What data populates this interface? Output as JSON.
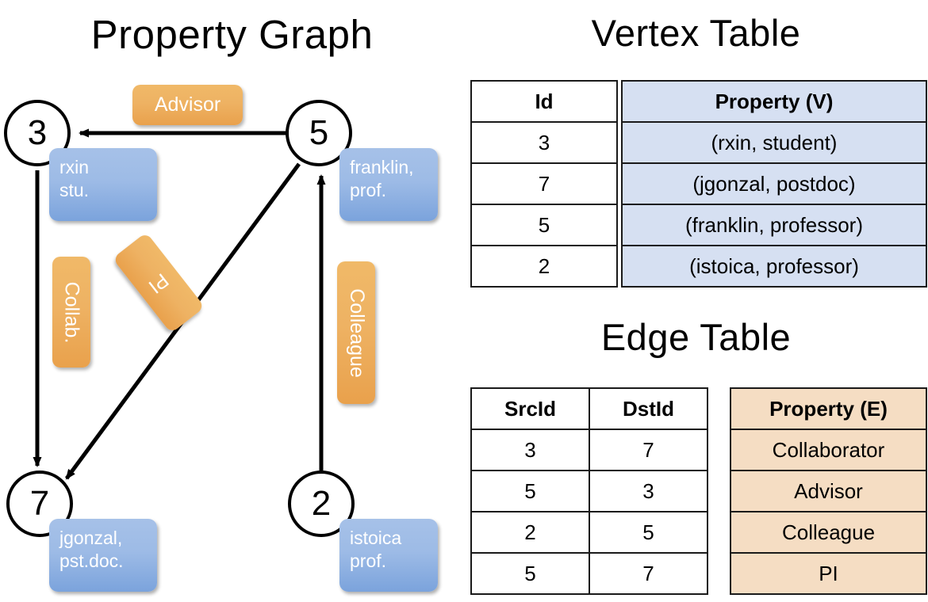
{
  "titles": {
    "property_graph": "Property Graph",
    "vertex_table": "Vertex Table",
    "edge_table": "Edge Table"
  },
  "colors": {
    "vertex_property_fill": "#d6e0f2",
    "edge_property_fill": "#f5ddc3",
    "node_property_box": "#9dbbe6",
    "edge_label_box": "#eeb263",
    "stroke": "#000000"
  },
  "graph": {
    "vertices": [
      {
        "id": "3",
        "property_label": "rxin\nstu.",
        "prop_line1": "rxin",
        "prop_line2": "stu."
      },
      {
        "id": "5",
        "property_label": "franklin,\nprof.",
        "prop_line1": "franklin,",
        "prop_line2": "prof."
      },
      {
        "id": "7",
        "property_label": "jgonzal,\npst.doc.",
        "prop_line1": "jgonzal,",
        "prop_line2": "pst.doc."
      },
      {
        "id": "2",
        "property_label": "istoica\nprof.",
        "prop_line1": "istoica",
        "prop_line2": "prof."
      }
    ],
    "edge_labels": [
      {
        "name": "advisor",
        "text": "Advisor",
        "orientation": "horizontal"
      },
      {
        "name": "collab",
        "text": "Collab.",
        "orientation": "vertical"
      },
      {
        "name": "pi",
        "text": "PI",
        "orientation": "diagonal"
      },
      {
        "name": "colleague",
        "text": "Colleague",
        "orientation": "vertical"
      }
    ],
    "edges": [
      {
        "from": "5",
        "to": "3",
        "label": "Advisor"
      },
      {
        "from": "3",
        "to": "7",
        "label": "Collab."
      },
      {
        "from": "5",
        "to": "7",
        "label": "PI"
      },
      {
        "from": "2",
        "to": "5",
        "label": "Colleague"
      }
    ]
  },
  "vertex_table": {
    "headers": [
      "Id",
      "Property (V)"
    ],
    "rows": [
      {
        "id": "3",
        "property": "(rxin, student)"
      },
      {
        "id": "7",
        "property": "(jgonzal, postdoc)"
      },
      {
        "id": "5",
        "property": "(franklin, professor)"
      },
      {
        "id": "2",
        "property": "(istoica, professor)"
      }
    ]
  },
  "edge_table": {
    "headers": [
      "SrcId",
      "DstId",
      "Property (E)"
    ],
    "rows": [
      {
        "src": "3",
        "dst": "7",
        "property": "Collaborator"
      },
      {
        "src": "5",
        "dst": "3",
        "property": "Advisor"
      },
      {
        "src": "2",
        "dst": "5",
        "property": "Colleague"
      },
      {
        "src": "5",
        "dst": "7",
        "property": "PI"
      }
    ]
  }
}
